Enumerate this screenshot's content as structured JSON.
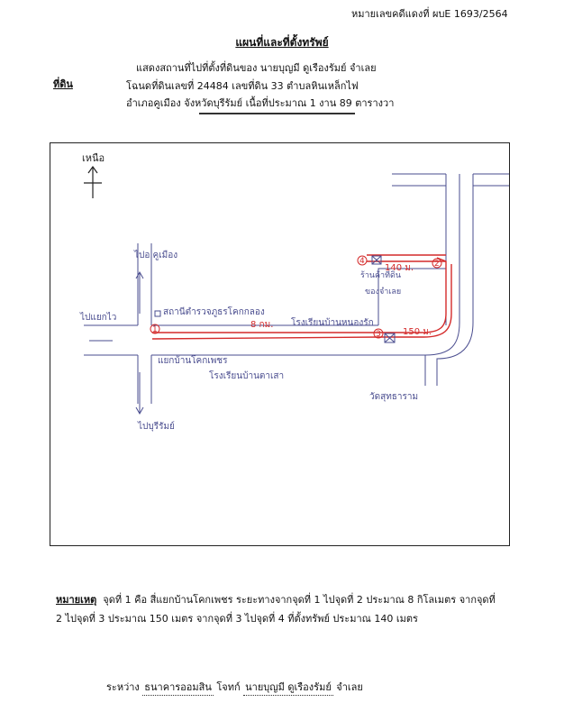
{
  "header": {
    "case_number": "หมายเลขคดีแดงที่ ผบE 1693/2564",
    "title": "แผนที่และที่ตั้งทรัพย์"
  },
  "intro": {
    "label": "ที่ดิน",
    "line1": "แสดงสถานที่ไปที่ตั้งที่ดินของ นายบุญมี ดูเรืองรัมย์  จำเลย",
    "line2": "โฉนดที่ดินเลขที่ 24484 เลขที่ดิน 33 ตำบลหินเหล็กไฟ",
    "line3": "อำเภอคูเมือง จังหวัดบุรีรัมย์  เนื้อที่ประมาณ 1 งาน 89 ตารางวา"
  },
  "map": {
    "north": "เหนือ",
    "to_top": "ไปอ.คูเมือง",
    "to_left": "ไปแยกไว",
    "to_bottom": "ไปบุรีรัมย์",
    "police": "สถานีตำรวจภูธรโคกกลอง",
    "school_top": "โรงเรียนบ้านหนองรัก",
    "school_bottom": "โรงเรียนบ้านตาเสา",
    "junction": "แยกบ้านโคกเพชร",
    "temple": "วัดสุทธาราม",
    "house": "ร้านค้าที่ดิน",
    "house2": "ของจำเลย",
    "dist_14": "140 ม.",
    "dist_12": "8 กม.",
    "dist_23": "150 ม.",
    "p1": "1",
    "p2": "2",
    "p3": "3",
    "p4": "4"
  },
  "remarks": {
    "heading": "หมายเหตุ",
    "line1": "จุดที่ 1  คือ สี่แยกบ้านโคกเพชร ระยะทางจากจุดที่ 1 ไปจุดที่ 2 ประมาณ 8 กิโลเมตร จากจุดที่",
    "line2": "2 ไปจุดที่ 3 ประมาณ 150 เมตร จากจุดที่ 3 ไปจุดที่ 4 ที่ตั้งทรัพย์ ประมาณ 140 เมตร"
  },
  "footer": {
    "between": "ระหว่าง",
    "plaintiff": "ธนาคารออมสิน",
    "plaintiff_role": "โจทก์",
    "defendant": "นายบุญมี ดูเรืองรัมย์",
    "defendant_role": "จำเลย"
  },
  "colors": {
    "ink": "#2b2f8a",
    "route": "#d42a2a"
  }
}
